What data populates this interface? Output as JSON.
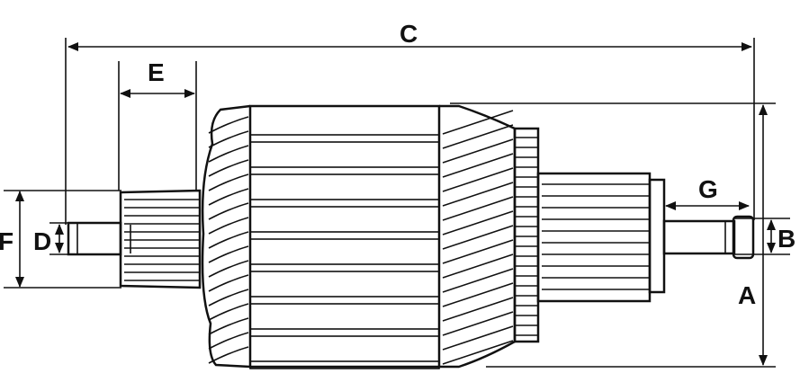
{
  "diagram": {
    "labels": {
      "A": "A",
      "B": "B",
      "C": "C",
      "D": "D",
      "E": "E",
      "F": "F",
      "G": "G"
    },
    "colors": {
      "ink": "#111111",
      "background": "#ffffff"
    }
  }
}
